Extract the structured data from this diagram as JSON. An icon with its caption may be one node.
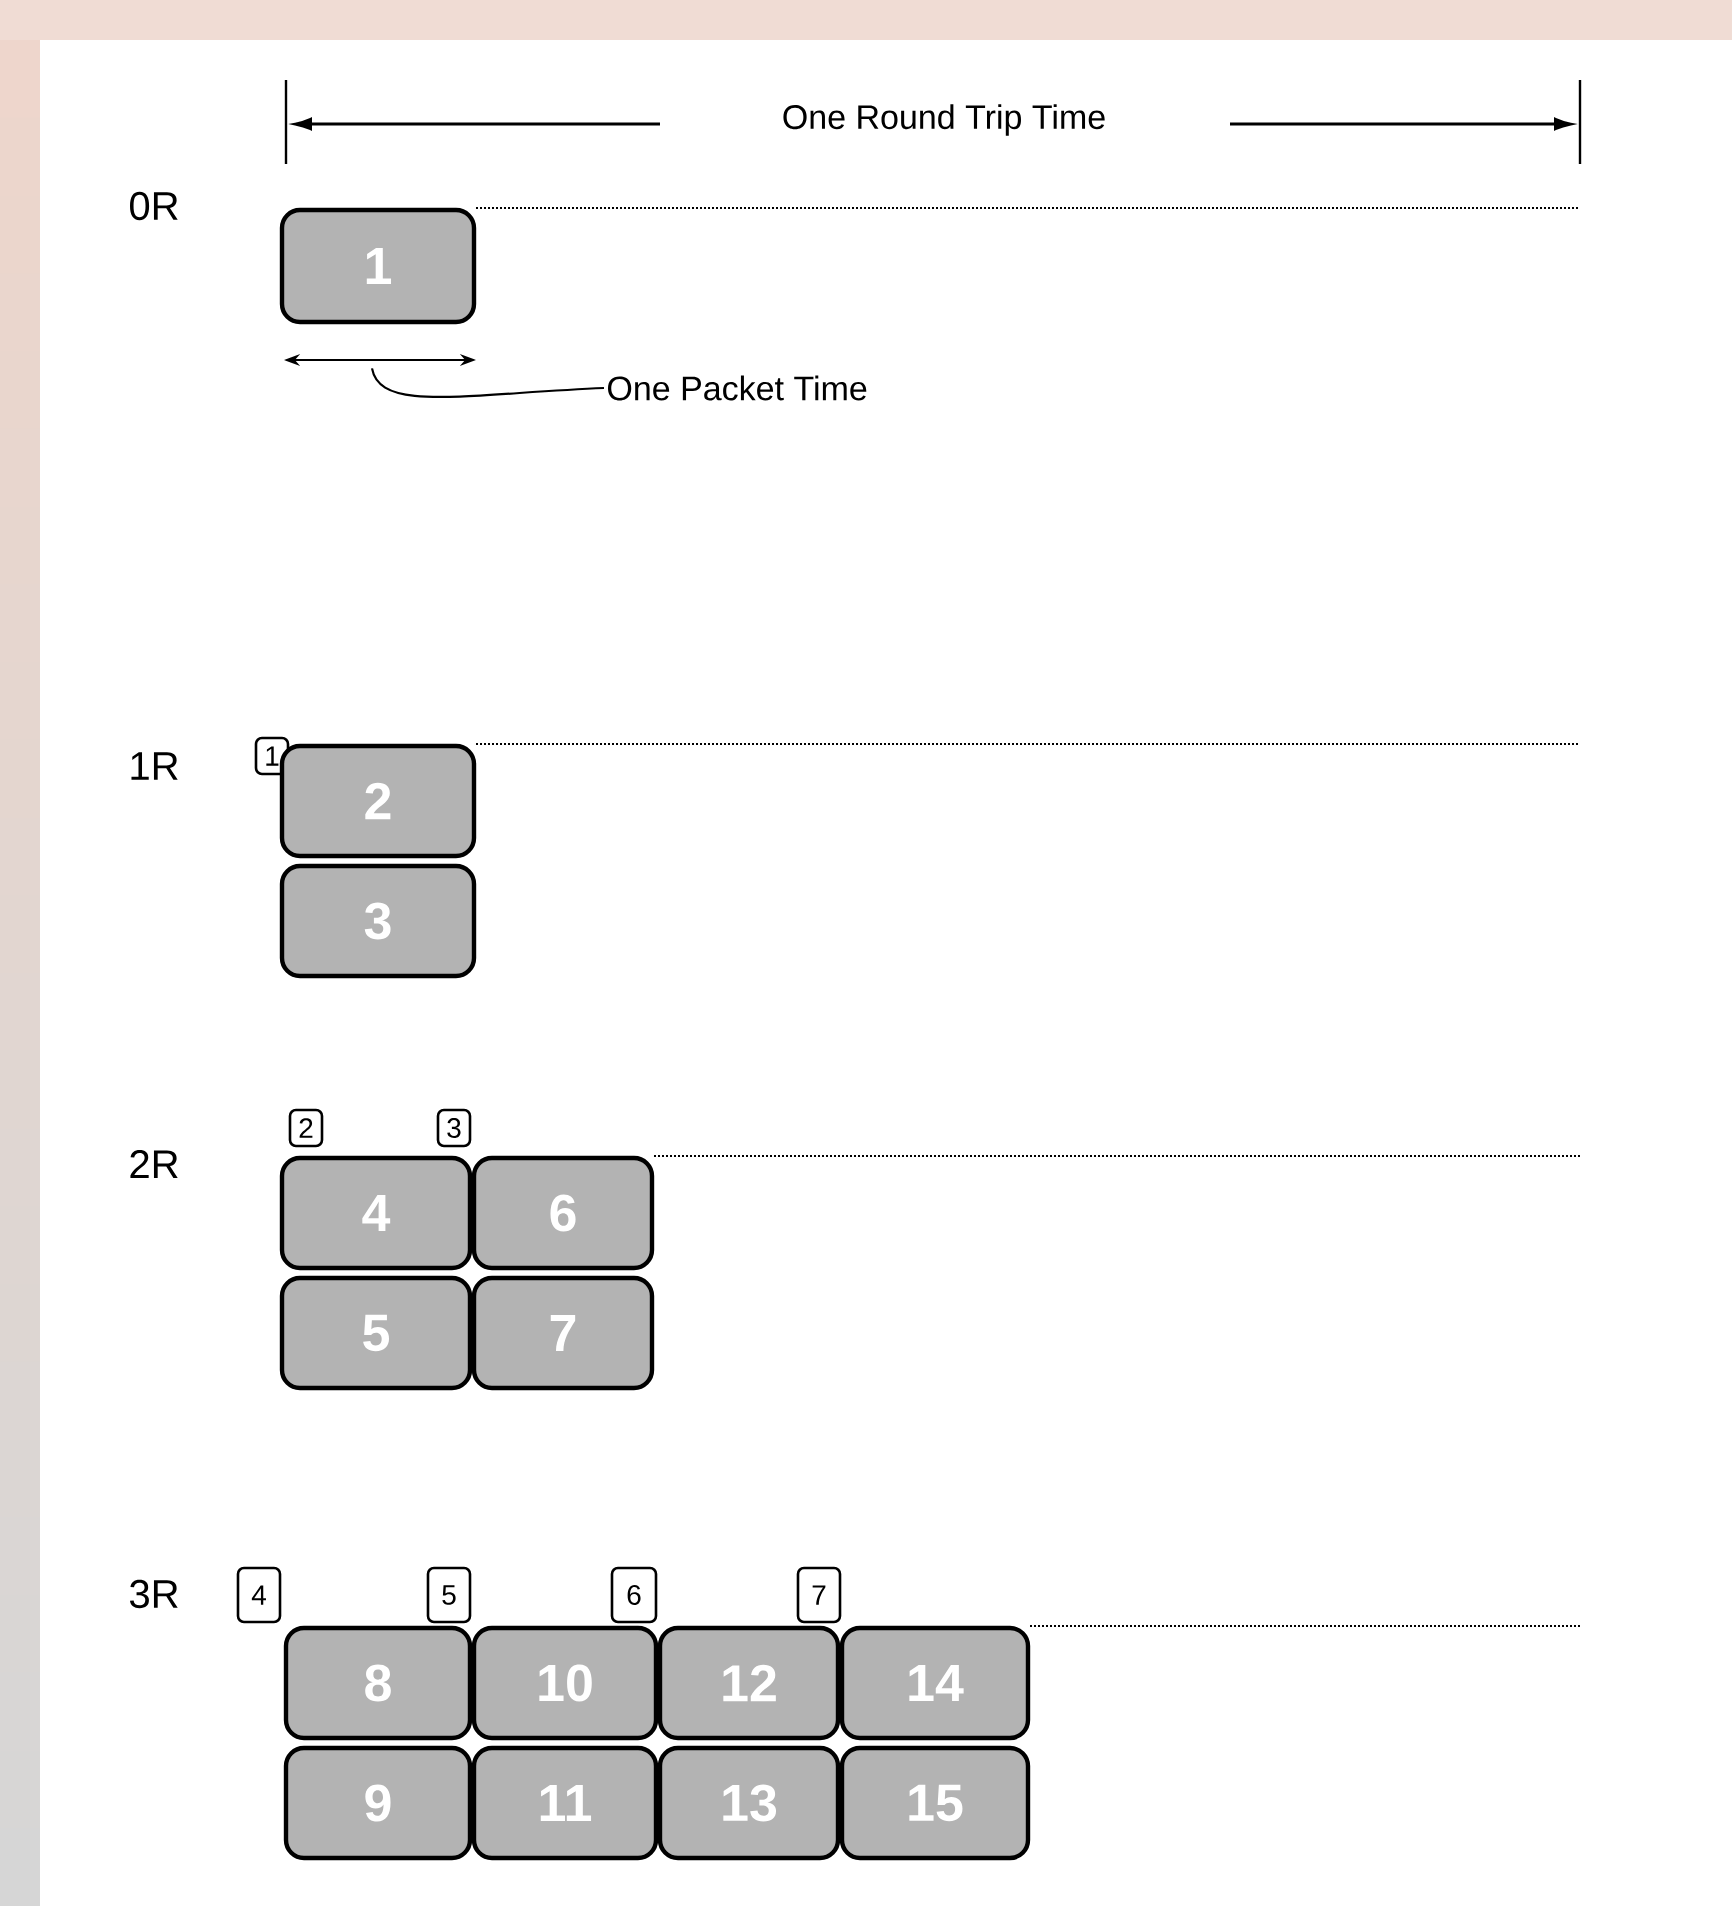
{
  "diagram": {
    "nodes": [
      {
        "text": [
          "1"
        ]
      },
      {
        "text": [
          "One Packet Time"
        ]
      },
      {
        "text": [
          "1"
        ]
      },
      {
        "text": [
          "2"
        ]
      },
      {
        "text": [
          "3"
        ]
      },
      {
        "text": [
          "2"
        ]
      },
      {
        "text": [
          "3"
        ]
      },
      {
        "text": [
          "4"
        ]
      },
      {
        "text": [
          "6"
        ]
      },
      {
        "text": [
          "5"
        ]
      },
      {
        "text": [
          "7"
        ]
      },
      {
        "text": [
          "4"
        ]
      },
      {
        "text": [
          "5"
        ]
      },
      {
        "text": [
          "6"
        ]
      },
      {
        "text": [
          "7"
        ]
      },
      {
        "text": [
          "8"
        ]
      },
      {
        "text": [
          "10"
        ]
      },
      {
        "text": [
          "12"
        ]
      },
      {
        "text": [
          "14"
        ]
      },
      {
        "text": [
          "9"
        ]
      },
      {
        "text": [
          "11"
        ]
      },
      {
        "text": [
          "13"
        ]
      },
      {
        "text": [
          "15"
        ]
      },
      {
        "text": [],
        "shape": "arrow"
      }
    ],
    "edges": [
      {
        "from": 1,
        "to": 23,
        "arrow": "none"
      }
    ],
    "labels": [
      "One Round Trip Time",
      "0R",
      "1R",
      "2R",
      "3R"
    ]
  }
}
